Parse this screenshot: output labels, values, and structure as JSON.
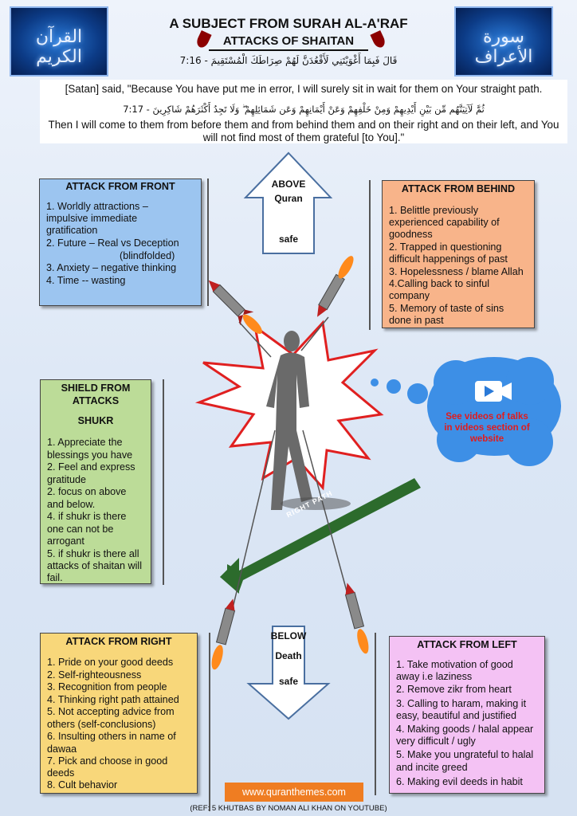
{
  "header": {
    "title": "A SUBJECT FROM SURAH AL-A'RAF",
    "subtitle": "ATTACKS OF SHAITAN",
    "left_logo_text": "القرآن الكريم",
    "right_logo_text": "سورة الأعراف"
  },
  "verses": {
    "v716_arabic": "قَالَ فَبِمَا أَغْوَيْتَنِي لَأَقْعُدَنَّ لَهُمْ صِرَاطَكَ الْمُسْتَقِيمَ - 7:16",
    "v716_translation": "[Satan] said, \"Because You have put me in error, I will surely sit in wait for them on Your straight path.",
    "v717_arabic": "ثُمَّ لَآتِيَنَّهُم مِّن بَيْنِ أَيْدِيهِمْ وَمِنْ خَلْفِهِمْ وَعَنْ أَيْمَانِهِمْ وَعَن شَمَائِلِهِمْ ۖ وَلَا تَجِدُ أَكْثَرَهُمْ شَاكِرِينَ - 7:17",
    "v717_translation": "Then I will come to them from before them and from behind them and on their right and on their left, and You will not find most of them grateful [to You].\""
  },
  "above": {
    "line1": "ABOVE",
    "line2": "Quran",
    "line3": "safe"
  },
  "below": {
    "line1": "BELOW",
    "line2": "Death",
    "line3": "safe"
  },
  "front": {
    "title": "ATTACK FROM FRONT",
    "items": [
      "1. Worldly attractions –",
      "impulsive immediate",
      "gratification",
      "2. Future – Real vs Deception",
      "(blindfolded)",
      "3. Anxiety – negative thinking",
      "4. Time -- wasting"
    ]
  },
  "behind": {
    "title": "ATTACK FROM BEHIND",
    "items": [
      "1. Belittle previously",
      "experienced capability of",
      "goodness",
      "2. Trapped in questioning",
      "difficult happenings of past",
      "3. Hopelessness / blame Allah",
      "4.Calling back to sinful",
      "company",
      "5. Memory of taste of sins",
      "done in past"
    ]
  },
  "shield": {
    "title1": "SHIELD FROM",
    "title2": "ATTACKS",
    "subtitle": "SHUKR",
    "items": [
      "1. Appreciate the",
      "blessings you have",
      "2. Feel and express",
      "gratitude",
      "2. focus on above",
      "and below.",
      "4. if shukr is there",
      "one can not be",
      "arrogant",
      "5. if shukr is there all",
      "attacks of shaitan will",
      "fail."
    ]
  },
  "right": {
    "title": "ATTACK FROM RIGHT",
    "items": [
      "1. Pride on your good deeds",
      "2. Self-righteousness",
      "3. Recognition from people",
      "4. Thinking right path attained",
      "5. Not accepting advice from",
      "others (self-conclusions)",
      "6. Insulting others in name of",
      "dawaa",
      "7. Pick and choose in good",
      "deeds",
      "8. Cult behavior"
    ]
  },
  "left": {
    "title": "ATTACK FROM LEFT",
    "items": [
      "1. Take motivation of good",
      "away i.e laziness",
      "2. Remove zikr from heart",
      "3. Calling to haram, making it",
      "easy, beautiful and justified",
      "4. Making goods / halal appear",
      "very difficult / ugly",
      "5. Make you ungrateful to halal",
      "and incite greed",
      "6. Making evil deeds in habit"
    ]
  },
  "cloud": {
    "text": "See videos of talks in videos section of website",
    "icon": "video-camera-icon"
  },
  "path_label": "RIGHT PATH",
  "footer": {
    "button": "www.quranthemes.com",
    "ref": "(REF: 5 KHUTBAS BY NOMAN ALI KHAN ON YOUTUBE)"
  },
  "colors": {
    "front_box": "#9cc5f0",
    "behind_box": "#f8b48a",
    "shield_box": "#bcdc98",
    "right_box": "#f8d77a",
    "left_box": "#f4c2f4",
    "cloud": "#3d8fe6",
    "path": "#2c6b2c",
    "footer_button": "#ef7d22"
  }
}
